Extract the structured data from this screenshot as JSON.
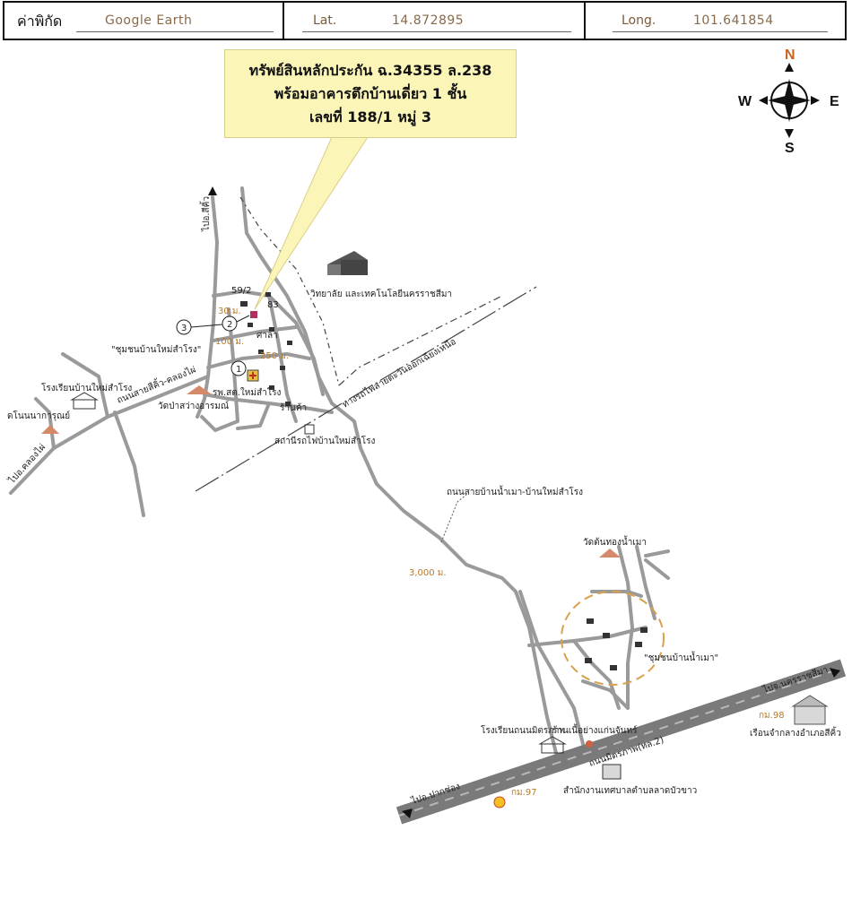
{
  "header": {
    "coord_label": "ค่าพิกัด",
    "source": "Google Earth",
    "lat_label": "Lat.",
    "lat_value": "14.872895",
    "long_label": "Long.",
    "long_value": "101.641854"
  },
  "callout": {
    "line1": "ทรัพย์สินหลักประกัน ฉ.34355   ล.238",
    "line2": "พร้อมอาคารตึกบ้านเดี่ยว 1 ชั้น",
    "line3": "เลขที่ 188/1 หมู่ 3"
  },
  "compass": {
    "n": "N",
    "s": "S",
    "e": "E",
    "w": "W"
  },
  "colors": {
    "accent_n": "#c8641e",
    "callout_bg": "#fcf5b8",
    "road": "#9a9a9a",
    "highway": "#8c8c8c"
  },
  "labels": {
    "to_sikhio": "ไปอ.สีคิ้ว",
    "house_59": "59/2",
    "house_83": "83",
    "college": "วิทยาลัย และเทคโนโลยีนครราชสีมา",
    "dist_30": "30 ม.",
    "dist_100": "100 ม.",
    "dist_250": "250 ม.",
    "dist_3000": "3,000 ม.",
    "community_1": "\"ชุมชนบ้านใหม่สำโรง\"",
    "sala": "ศาลา",
    "school_1": "โรงเรียนบ้านใหม่สำโรง",
    "wat_1": "ดโนนนาการุณย์",
    "road_sikhio_klongphai": "ถนนสายสีคิ้ว-คลองไผ่",
    "hospital": "รพ.สต.ใหม่สำโรง",
    "wat_pasawang": "วัดป่าสว่างอารมณ์",
    "shop": "ร้านค้า",
    "railway": "ทางรถไฟสายตะวันออกเฉียงเหนือ",
    "station": "สถานีรถไฟบ้านใหม่สำโรง",
    "to_klongphai": "ไปอ.คลองไผ่",
    "road_nammao": "ถนนสายบ้านน้ำเมา-บ้านใหม่สำโรง",
    "wat_tontong": "วัดต้นทองน้ำเมา",
    "community_2": "\"ชุมชนบ้านน้ำเมา\"",
    "to_korat": "ไปจ.นครราชสีมา",
    "km_98": "กม.98",
    "prison": "เรือนจำกลางอำเภอสีคิ้ว",
    "school_2": "โรงเรียนถนนมิตรภาพ",
    "restaurant": "ร้านเนื้อย่างแก่นจันทร์",
    "mittraphap": "ถนนมิตรภาพ(ทล.2)",
    "to_pakchong": "ไปอ.ปากช่อง",
    "km_97": "กม.97",
    "municipal": "สำนักงานเทศบาลตำบลลาดบัวขาว",
    "marker_1": "1",
    "marker_2": "2",
    "marker_3": "3"
  }
}
